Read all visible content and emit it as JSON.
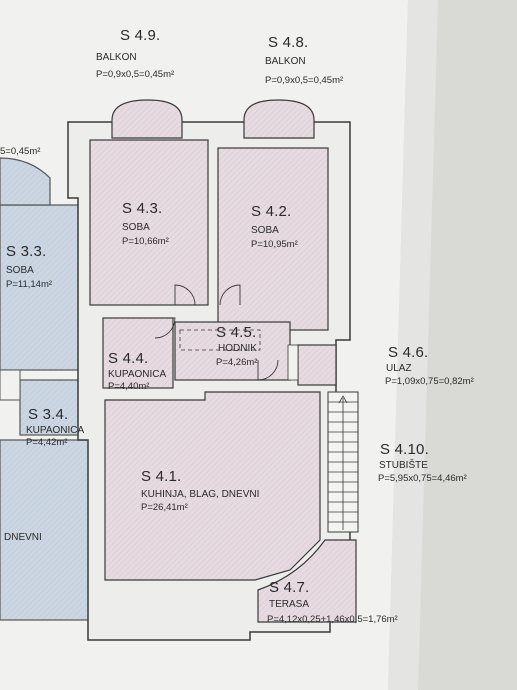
{
  "rooms": {
    "s4_9": {
      "code": "S 4.9.",
      "name": "BALKON",
      "area": "P=0,9x0,5=0,45m²"
    },
    "s4_8": {
      "code": "S 4.8.",
      "name": "BALKON",
      "area": "P=0,9x0,5=0,45m²"
    },
    "s3_balcony": {
      "area": "5=0,45m²"
    },
    "s4_3": {
      "code": "S 4.3.",
      "name": "SOBA",
      "area": "P=10,66m²"
    },
    "s4_2": {
      "code": "S 4.2.",
      "name": "SOBA",
      "area": "P=10,95m²"
    },
    "s3_3": {
      "code": "S 3.3.",
      "name": "SOBA",
      "area": "P=11,14m²"
    },
    "s4_5": {
      "code": "S 4.5.",
      "name": "HODNIK",
      "area": "P=4,26m²"
    },
    "s4_6": {
      "code": "S 4.6.",
      "name": "ULAZ",
      "area": "P=1,09x0,75=0,82m²"
    },
    "s4_4": {
      "code": "S 4.4.",
      "name": "KUPAONICA",
      "area": "P=4,40m²"
    },
    "s3_4": {
      "code": "S 3.4.",
      "name": "KUPAONICA",
      "area": "P=4,42m²"
    },
    "s4_10": {
      "code": "S 4.10.",
      "name": "STUBIŠTE",
      "area": "P=5,95x0,75=4,46m²"
    },
    "s4_1": {
      "code": "S 4.1.",
      "name": "KUHINJA, BLAG, DNEVNI",
      "area": "P=26,41m²"
    },
    "s3_dnevni": {
      "name": "DNEVNI"
    },
    "s4_7": {
      "code": "S 4.7.",
      "name": "TERASA",
      "area": "P=4,12x0,25+1,46x0,5=1,76m²"
    }
  }
}
